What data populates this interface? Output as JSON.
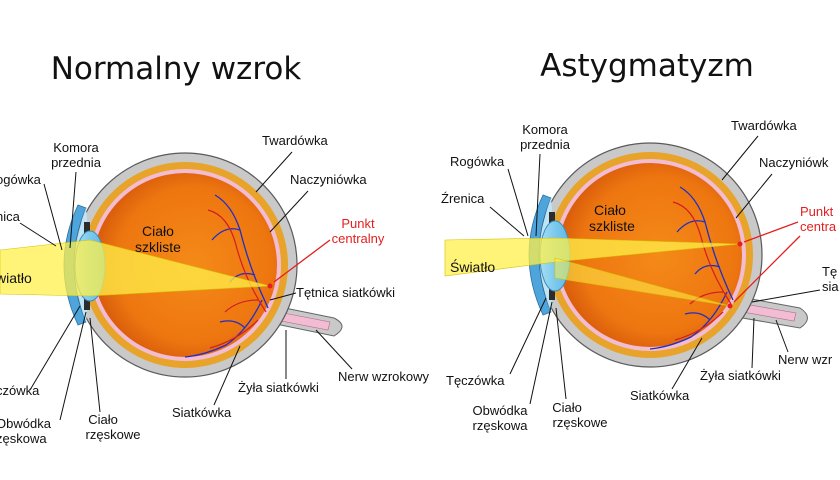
{
  "titles": {
    "left": "Normalny wzrok",
    "right": "Astygmatyzm"
  },
  "left_labels": {
    "komora": [
      "Komora",
      "przednia"
    ],
    "rogowka": "ogówka",
    "zrenica": "nica",
    "swiatlo": "wiatło",
    "teczowka": "czówka",
    "obwodka": [
      "Obwódka",
      "zęskowa"
    ],
    "cialo_rzeskowe": [
      "Ciało",
      "rzęskowe"
    ],
    "cialo_szkliste": [
      "Ciało",
      "szkliste"
    ],
    "twardowka": "Twardówka",
    "naczyniowka": "Naczyniówka",
    "punkt": [
      "Punkt",
      "centralny"
    ],
    "tetnica": "Tętnica siatkówki",
    "nerw": "Nerw wzrokowy",
    "zyla": "Żyła siatkówki",
    "siatkowka": "Siatkówka"
  },
  "right_labels": {
    "komora": [
      "Komora",
      "przednia"
    ],
    "rogowka": "Rogówka",
    "zrenica": "Źrenica",
    "swiatlo": "Światło",
    "teczowka": "Tęczówka",
    "obwodka": [
      "Obwódka",
      "rzęskowa"
    ],
    "cialo_rzeskowe": [
      "Ciało",
      "rzęskowe"
    ],
    "cialo_szkliste": [
      "Ciało",
      "szkliste"
    ],
    "twardowka": "Twardówka",
    "naczyniowka": "Naczyniówk",
    "punkt": [
      "Punkt",
      "centra"
    ],
    "tetnica": [
      "Tę",
      "sia"
    ],
    "nerw": "Nerw wzr",
    "zyla": "Żyła siatkówki",
    "siatkowka": "Siatkówka"
  },
  "colors": {
    "sclera": "#c9c9c9",
    "choroid": "#e8a32a",
    "retina": "#f2bcd3",
    "vitreous": "#f07e12",
    "vitreous_dark": "#d8560a",
    "lens": "#8fd3ef",
    "cornea": "#4da5dc",
    "light_beam": "#fff04a",
    "pointer_red": "#e41f1f",
    "vein": "#1f2ec7",
    "artery": "#d31c24"
  }
}
